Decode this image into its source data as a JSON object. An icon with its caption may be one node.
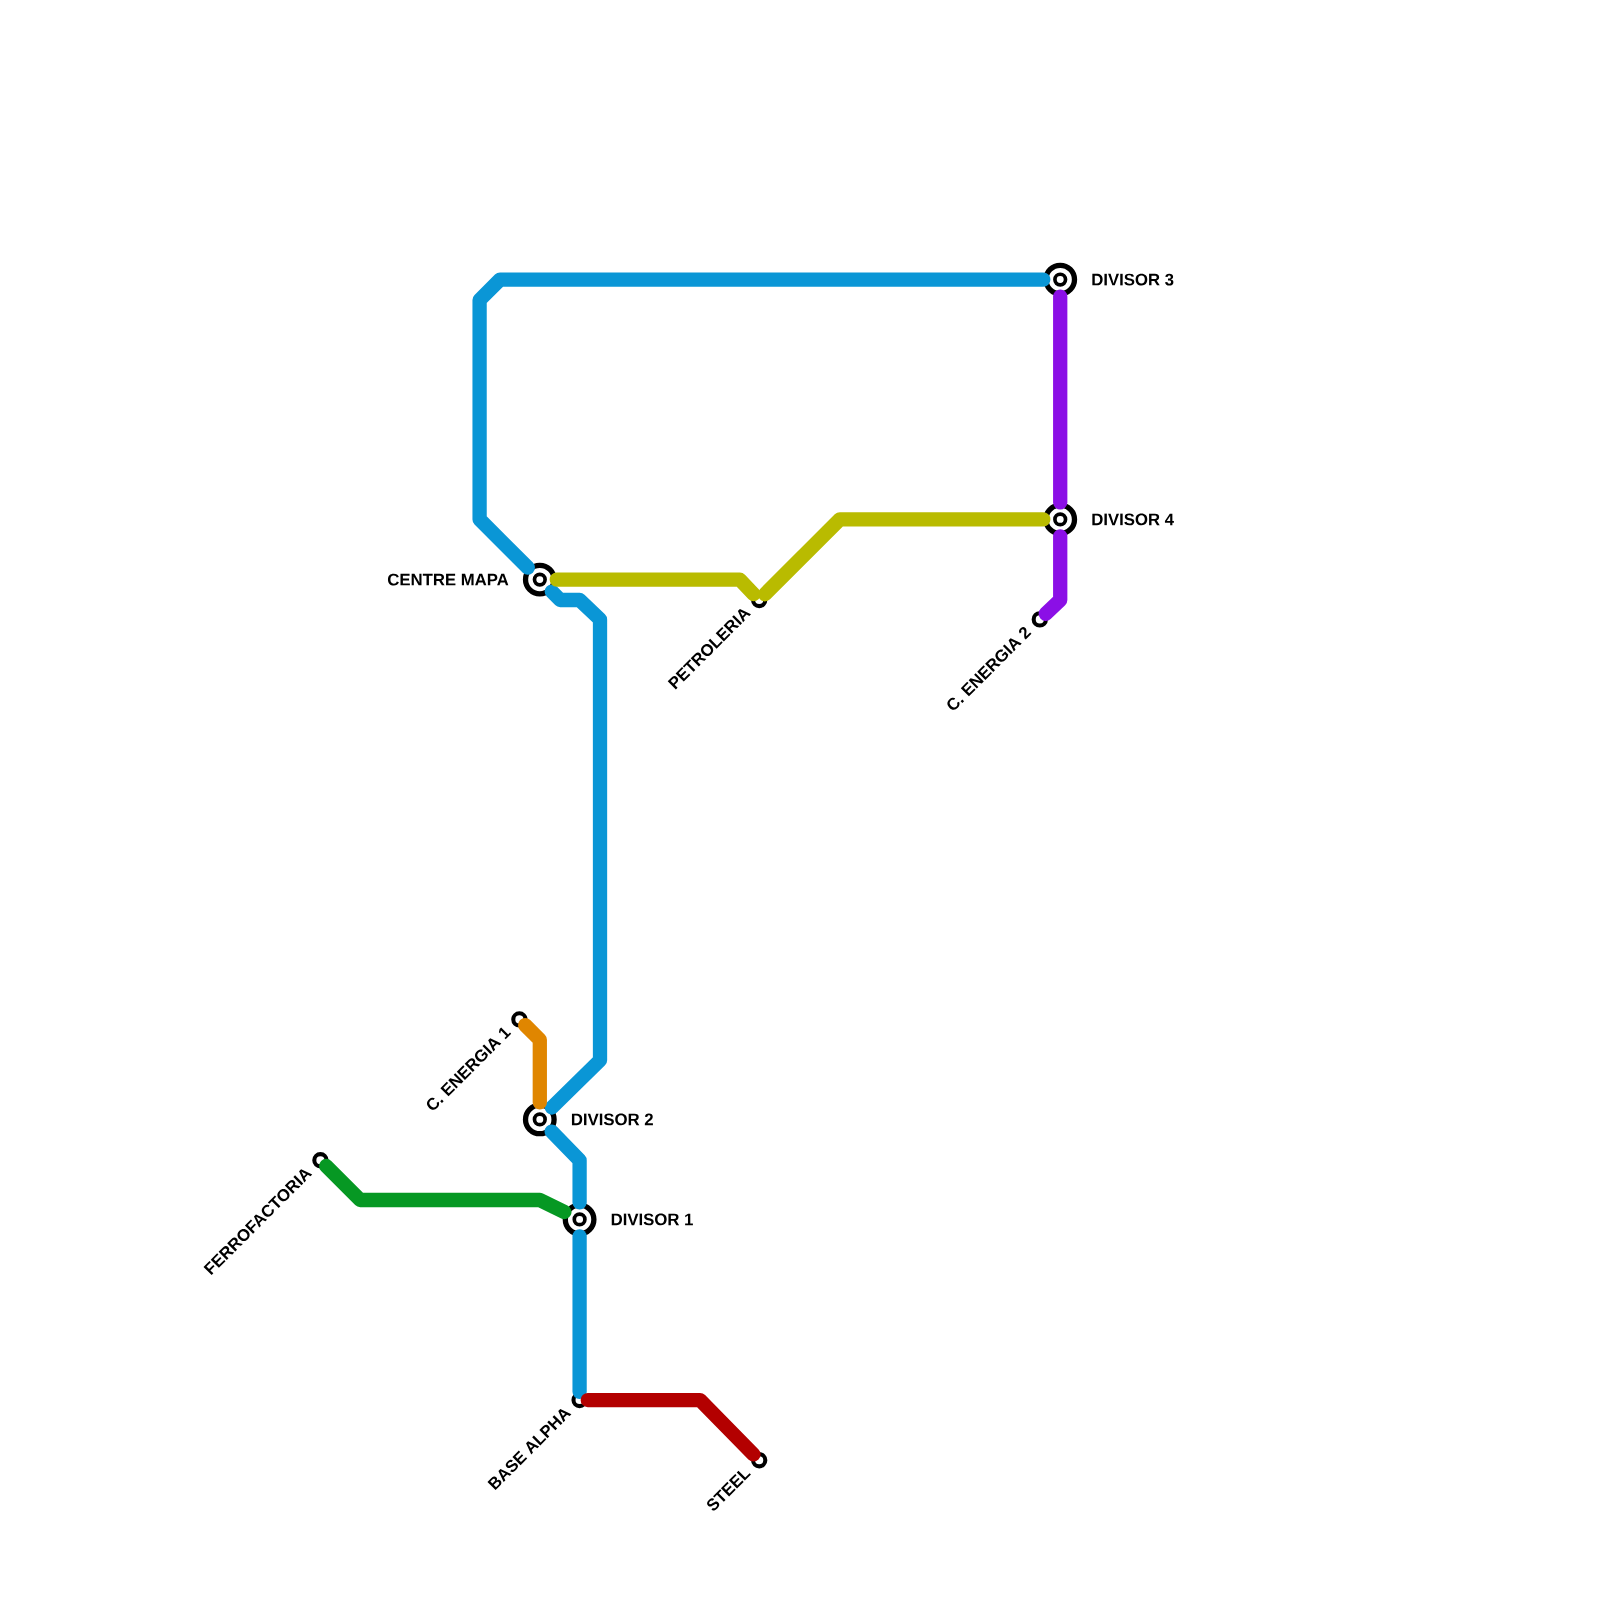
{
  "diagram": {
    "nodes": [
      {
        "text": [],
        "shape": "circle",
        "beside": [
          "DIVISOR 3"
        ]
      },
      {
        "text": [],
        "shape": "circle",
        "beside": [
          "DIVISOR 4"
        ]
      },
      {
        "text": [],
        "shape": "circle",
        "beside": [
          "CENTRE MAPA"
        ]
      },
      {
        "text": [],
        "shape": "circle",
        "beside": [
          "PETROLERIA"
        ]
      },
      {
        "text": [],
        "shape": "circle",
        "beside": [
          "C. ENERGIA 2"
        ]
      },
      {
        "text": [],
        "shape": "circle",
        "beside": [
          "C. ENERGIA 1"
        ]
      },
      {
        "text": [],
        "shape": "circle",
        "beside": [
          "DIVISOR 2"
        ]
      },
      {
        "text": [],
        "shape": "circle",
        "beside": [
          "FERROFACTORIA"
        ]
      },
      {
        "text": [],
        "shape": "circle",
        "beside": [
          "DIVISOR 1"
        ]
      },
      {
        "text": [],
        "shape": "circle",
        "beside": [
          "BASE ALPHA"
        ]
      },
      {
        "text": [],
        "shape": "circle",
        "beside": [
          "STEEL"
        ]
      }
    ],
    "edges": [
      {
        "from": 2,
        "to": 0,
        "arrow": "none"
      },
      {
        "from": 2,
        "to": 6,
        "arrow": "none"
      },
      {
        "from": 6,
        "to": 8,
        "arrow": "none"
      },
      {
        "from": 8,
        "to": 9,
        "arrow": "none"
      },
      {
        "from": 0,
        "to": 1,
        "arrow": "none",
        "color": "#8b0fe6"
      },
      {
        "from": 1,
        "to": 4,
        "arrow": "none",
        "color": "#8b0fe6"
      },
      {
        "from": 2,
        "to": 3,
        "arrow": "none",
        "color": "#b9bb00"
      },
      {
        "from": 3,
        "to": 1,
        "arrow": "none",
        "color": "#b9bb00"
      },
      {
        "from": 5,
        "to": 6,
        "arrow": "none",
        "color": "#e08600"
      },
      {
        "from": 7,
        "to": 8,
        "arrow": "none",
        "color": "#069823"
      },
      {
        "from": 9,
        "to": 10,
        "arrow": "none",
        "color": "#b30000"
      }
    ]
  }
}
